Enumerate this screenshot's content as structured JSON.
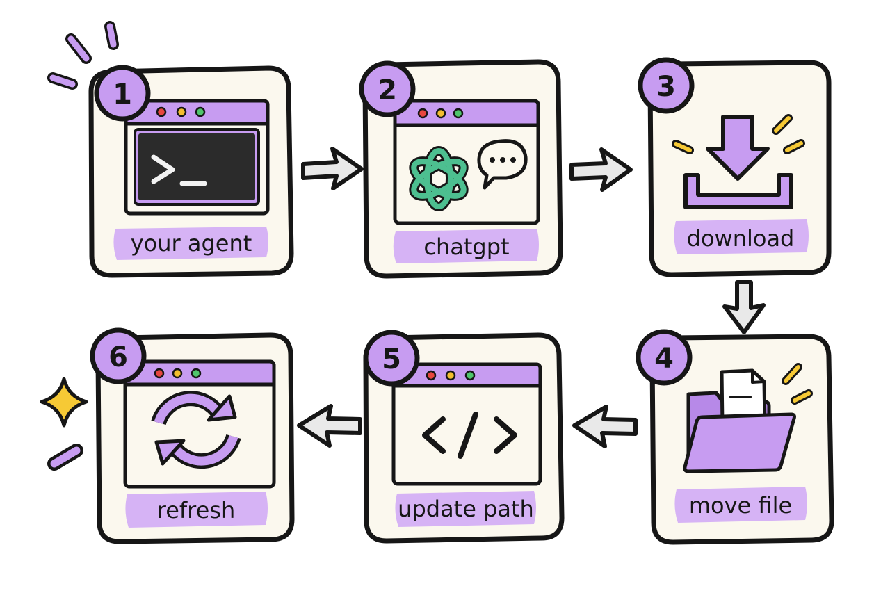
{
  "steps": [
    {
      "number": "1",
      "label": "your agent",
      "icon": "terminal-prompt-icon"
    },
    {
      "number": "2",
      "label": "chatgpt",
      "icon": "openai-logo-icon"
    },
    {
      "number": "3",
      "label": "download",
      "icon": "download-tray-icon"
    },
    {
      "number": "4",
      "label": "move file",
      "icon": "folder-with-file-icon"
    },
    {
      "number": "5",
      "label": "update path",
      "icon": "code-brackets-icon"
    },
    {
      "number": "6",
      "label": "refresh",
      "icon": "refresh-arrows-icon"
    }
  ],
  "colors": {
    "card_fill": "#fbf8ee",
    "outline": "#161616",
    "accent_purple": "#c79cf1",
    "label_highlight": "#d6b3f5",
    "terminal_bg": "#2b2b2b",
    "openai_green": "#4dbf90",
    "sparkle_yellow": "#f6c935",
    "arrow_gray": "#e9e9e9",
    "dot_red": "#e7473f",
    "dot_yellow": "#f3be2e",
    "dot_green": "#4fc56c"
  }
}
